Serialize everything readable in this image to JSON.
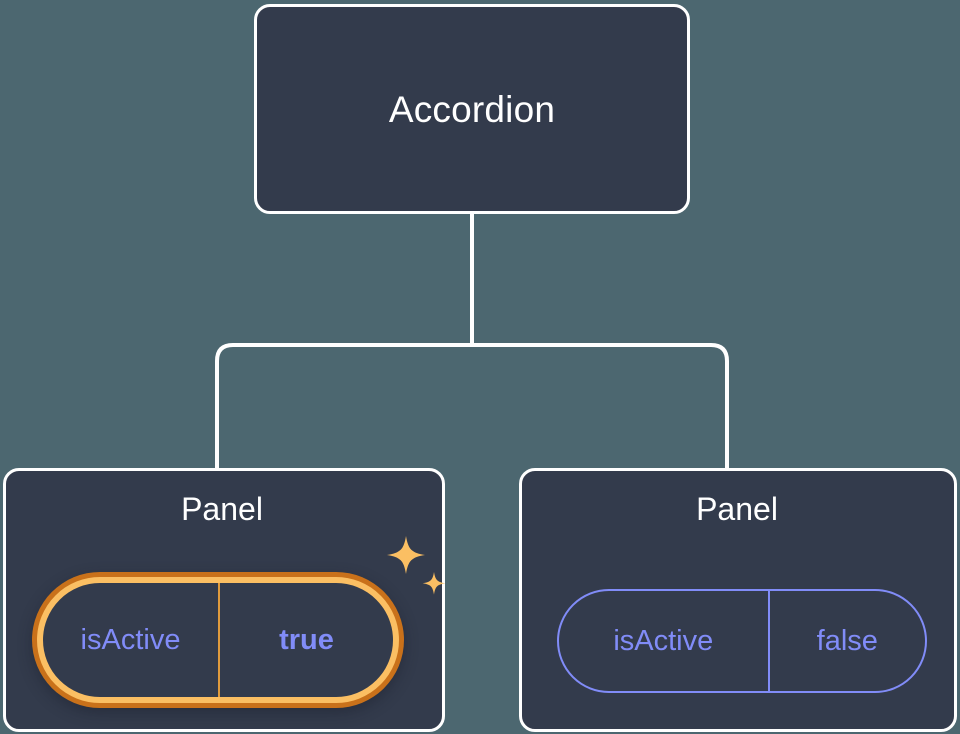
{
  "diagram": {
    "type": "component-tree",
    "background_color": "#4C6770",
    "node_fill": "#333B4C",
    "node_border": "#FFFFFF",
    "accent_active": "#FBBF63",
    "accent_active_outer": "#C9711A",
    "prop_text_color": "#818CF8",
    "root": {
      "label": "Accordion"
    },
    "children": [
      {
        "label": "Panel",
        "highlighted": true,
        "prop": {
          "key": "isActive",
          "value": "true"
        },
        "sparkle_icons": [
          "sparkle-large-icon",
          "sparkle-small-icon"
        ]
      },
      {
        "label": "Panel",
        "highlighted": false,
        "prop": {
          "key": "isActive",
          "value": "false"
        }
      }
    ],
    "edges": {
      "style": "orthogonal-rounded",
      "color": "#FFFFFF",
      "from": "Accordion",
      "to": [
        "Panel",
        "Panel"
      ]
    }
  }
}
